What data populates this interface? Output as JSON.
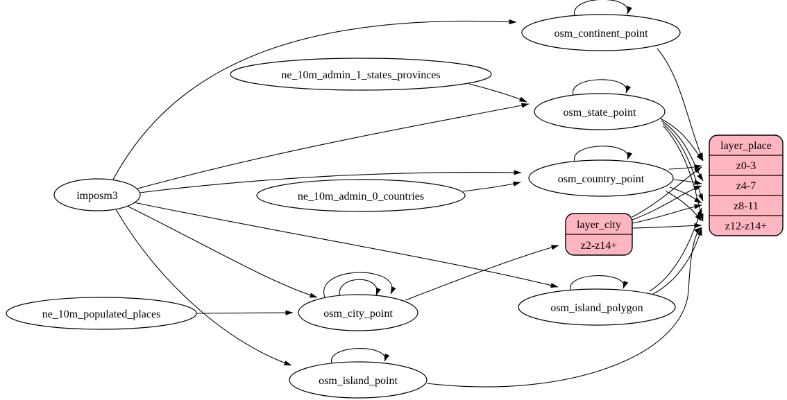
{
  "diagram": {
    "kind": "etl-dependency-graph",
    "background_color": "#ffffff",
    "ellipse_fill": "#ffffff",
    "record_fill": "#ffb6c1",
    "stroke_color": "#000000"
  },
  "nodes": {
    "imposm3": {
      "label": "imposm3"
    },
    "ne_10m_admin_1_states_provinces": {
      "label": "ne_10m_admin_1_states_provinces"
    },
    "ne_10m_admin_0_countries": {
      "label": "ne_10m_admin_0_countries"
    },
    "ne_10m_populated_places": {
      "label": "ne_10m_populated_places"
    },
    "osm_continent_point": {
      "label": "osm_continent_point"
    },
    "osm_state_point": {
      "label": "osm_state_point"
    },
    "osm_country_point": {
      "label": "osm_country_point"
    },
    "osm_city_point": {
      "label": "osm_city_point"
    },
    "osm_island_polygon": {
      "label": "osm_island_polygon"
    },
    "osm_island_point": {
      "label": "osm_island_point"
    },
    "layer_city": {
      "title": "layer_city",
      "rows": [
        "z2-z14+"
      ]
    },
    "layer_place": {
      "title": "layer_place",
      "rows": [
        "z0-3",
        "z4-7",
        "z8-11",
        "z12-z14+"
      ]
    }
  },
  "edges": [
    {
      "from": "imposm3",
      "to": "osm_continent_point"
    },
    {
      "from": "imposm3",
      "to": "osm_state_point"
    },
    {
      "from": "imposm3",
      "to": "osm_country_point"
    },
    {
      "from": "imposm3",
      "to": "osm_city_point"
    },
    {
      "from": "imposm3",
      "to": "osm_island_polygon"
    },
    {
      "from": "imposm3",
      "to": "osm_island_point"
    },
    {
      "from": "ne_10m_admin_1_states_provinces",
      "to": "osm_state_point"
    },
    {
      "from": "ne_10m_admin_0_countries",
      "to": "osm_country_point"
    },
    {
      "from": "ne_10m_populated_places",
      "to": "osm_city_point"
    },
    {
      "from": "osm_continent_point",
      "to": "osm_continent_point"
    },
    {
      "from": "osm_state_point",
      "to": "osm_state_point"
    },
    {
      "from": "osm_country_point",
      "to": "osm_country_point"
    },
    {
      "from": "osm_city_point",
      "to": "osm_city_point"
    },
    {
      "from": "osm_city_point",
      "to": "osm_city_point"
    },
    {
      "from": "osm_island_polygon",
      "to": "osm_island_polygon"
    },
    {
      "from": "osm_island_point",
      "to": "osm_island_point"
    },
    {
      "from": "osm_city_point",
      "to": "layer_city:z2-z14+"
    },
    {
      "from": "osm_continent_point",
      "to": "layer_place:z0-3"
    },
    {
      "from": "osm_state_point",
      "to": "layer_place:z0-3"
    },
    {
      "from": "osm_state_point",
      "to": "layer_place:z4-7"
    },
    {
      "from": "osm_state_point",
      "to": "layer_place:z8-11"
    },
    {
      "from": "osm_state_point",
      "to": "layer_place:z12-z14+"
    },
    {
      "from": "osm_country_point",
      "to": "layer_place:z0-3"
    },
    {
      "from": "osm_country_point",
      "to": "layer_place:z4-7"
    },
    {
      "from": "osm_country_point",
      "to": "layer_place:z8-11"
    },
    {
      "from": "osm_country_point",
      "to": "layer_place:z12-z14+"
    },
    {
      "from": "layer_city",
      "to": "layer_place:z0-3"
    },
    {
      "from": "layer_city",
      "to": "layer_place:z4-7"
    },
    {
      "from": "layer_city",
      "to": "layer_place:z8-11"
    },
    {
      "from": "layer_city",
      "to": "layer_place:z12-z14+"
    },
    {
      "from": "osm_island_polygon",
      "to": "layer_place:z8-11"
    },
    {
      "from": "osm_island_polygon",
      "to": "layer_place:z12-z14+"
    },
    {
      "from": "osm_island_point",
      "to": "layer_place:z12-z14+"
    }
  ]
}
